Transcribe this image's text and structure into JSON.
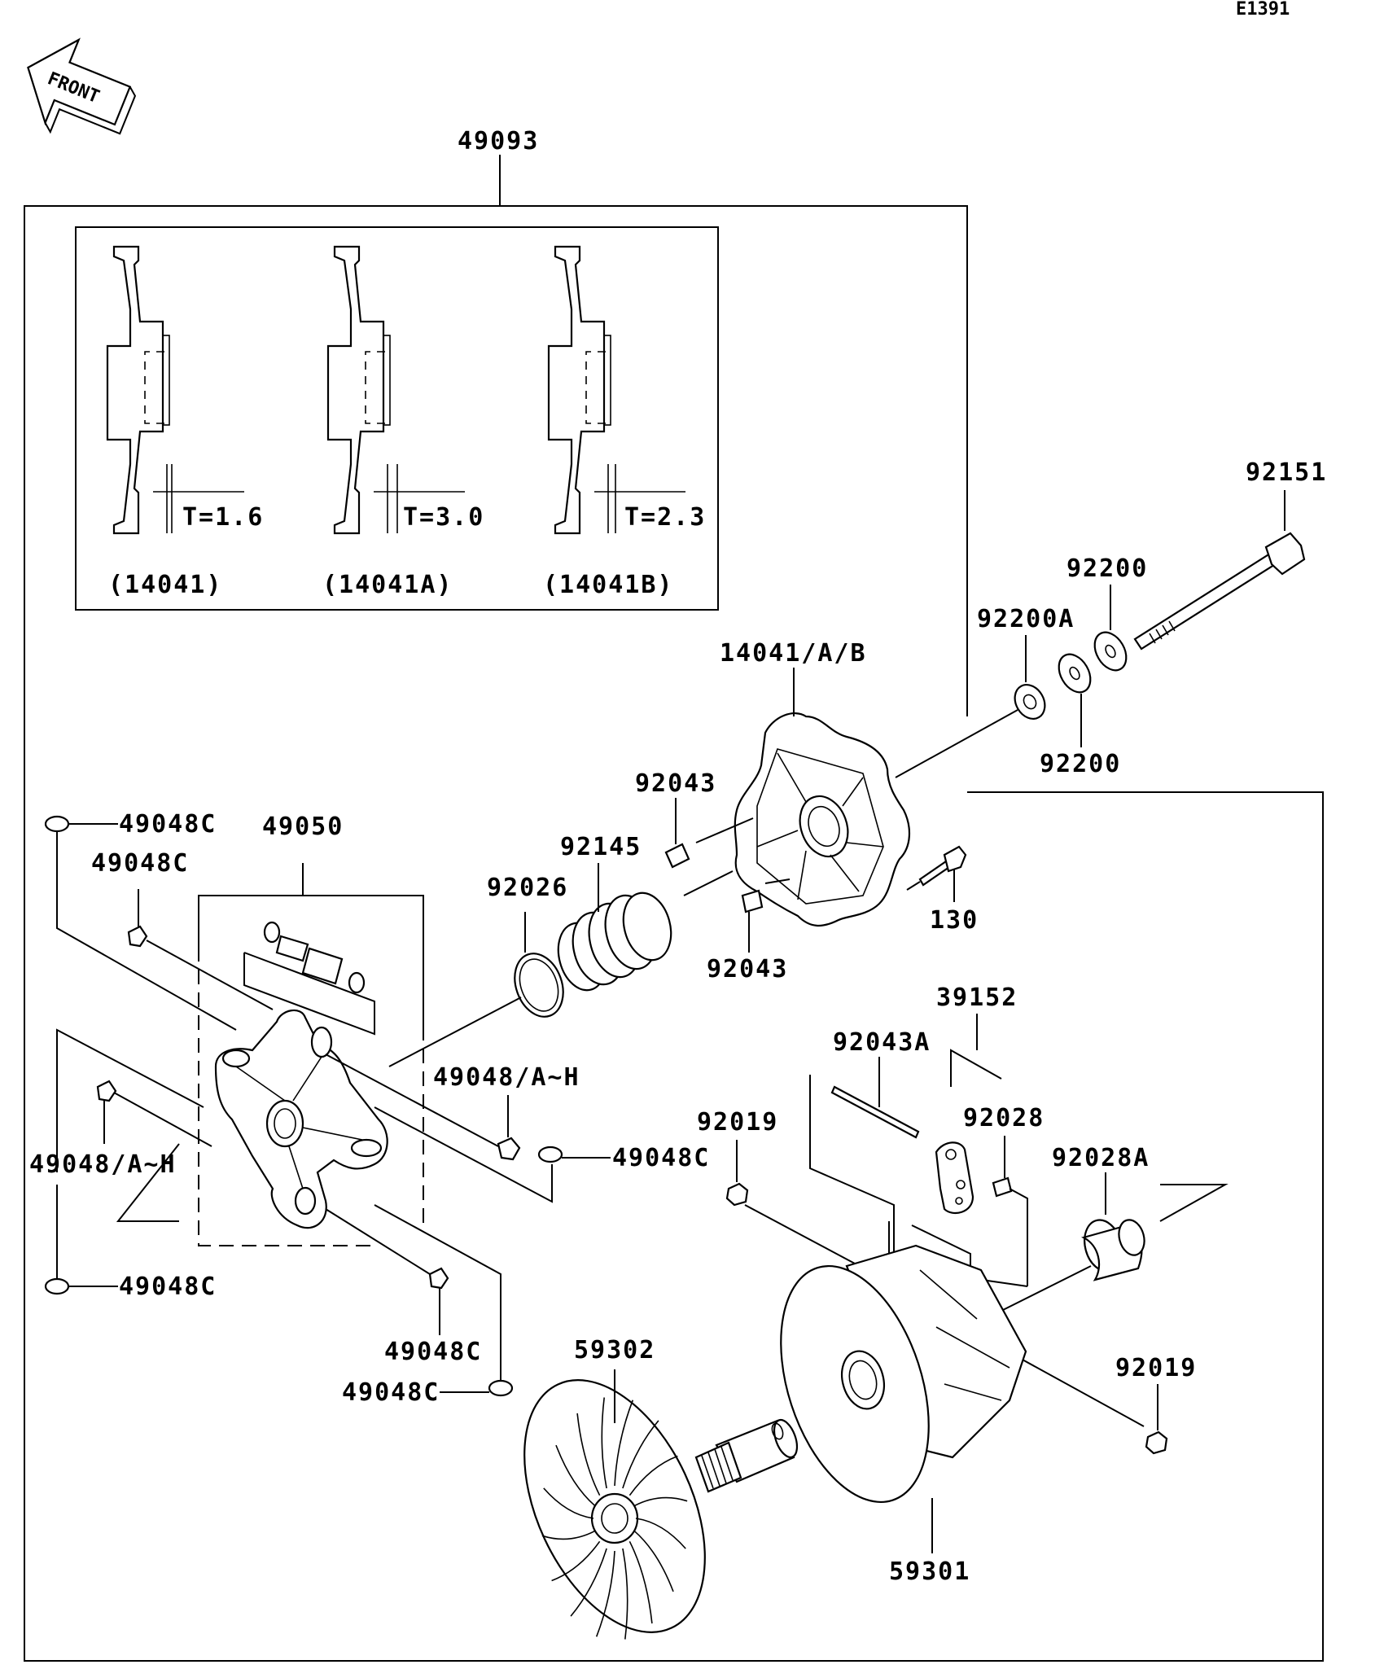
{
  "diagram_code": "E1391",
  "front_label": "FRONT",
  "inset": {
    "details": [
      {
        "thickness": "T=1.6",
        "part": "(14041)"
      },
      {
        "thickness": "T=3.0",
        "part": "(14041A)"
      },
      {
        "thickness": "T=2.3",
        "part": "(14041B)"
      }
    ]
  },
  "parts": {
    "p49093": "49093",
    "p92151": "92151",
    "p92200_top": "92200",
    "p92200A": "92200A",
    "p92200_bottom": "92200",
    "p14041AB": "14041/A/B",
    "p92043_top": "92043",
    "p92145": "92145",
    "p92026": "92026",
    "p130": "130",
    "p92043_bottom": "92043",
    "p49048C_1": "49048C",
    "p49050": "49050",
    "p49048C_2": "49048C",
    "p49048AH_right": "49048/A~H",
    "p49048C_3": "49048C",
    "p49048AH_left": "49048/A~H",
    "p49048C_4": "49048C",
    "p49048C_5": "49048C",
    "p49048C_6": "49048C",
    "p39152": "39152",
    "p92043A": "92043A",
    "p92028": "92028",
    "p92019_top": "92019",
    "p92028A": "92028A",
    "p92019_bottom": "92019",
    "p59302": "59302",
    "p59301": "59301"
  }
}
